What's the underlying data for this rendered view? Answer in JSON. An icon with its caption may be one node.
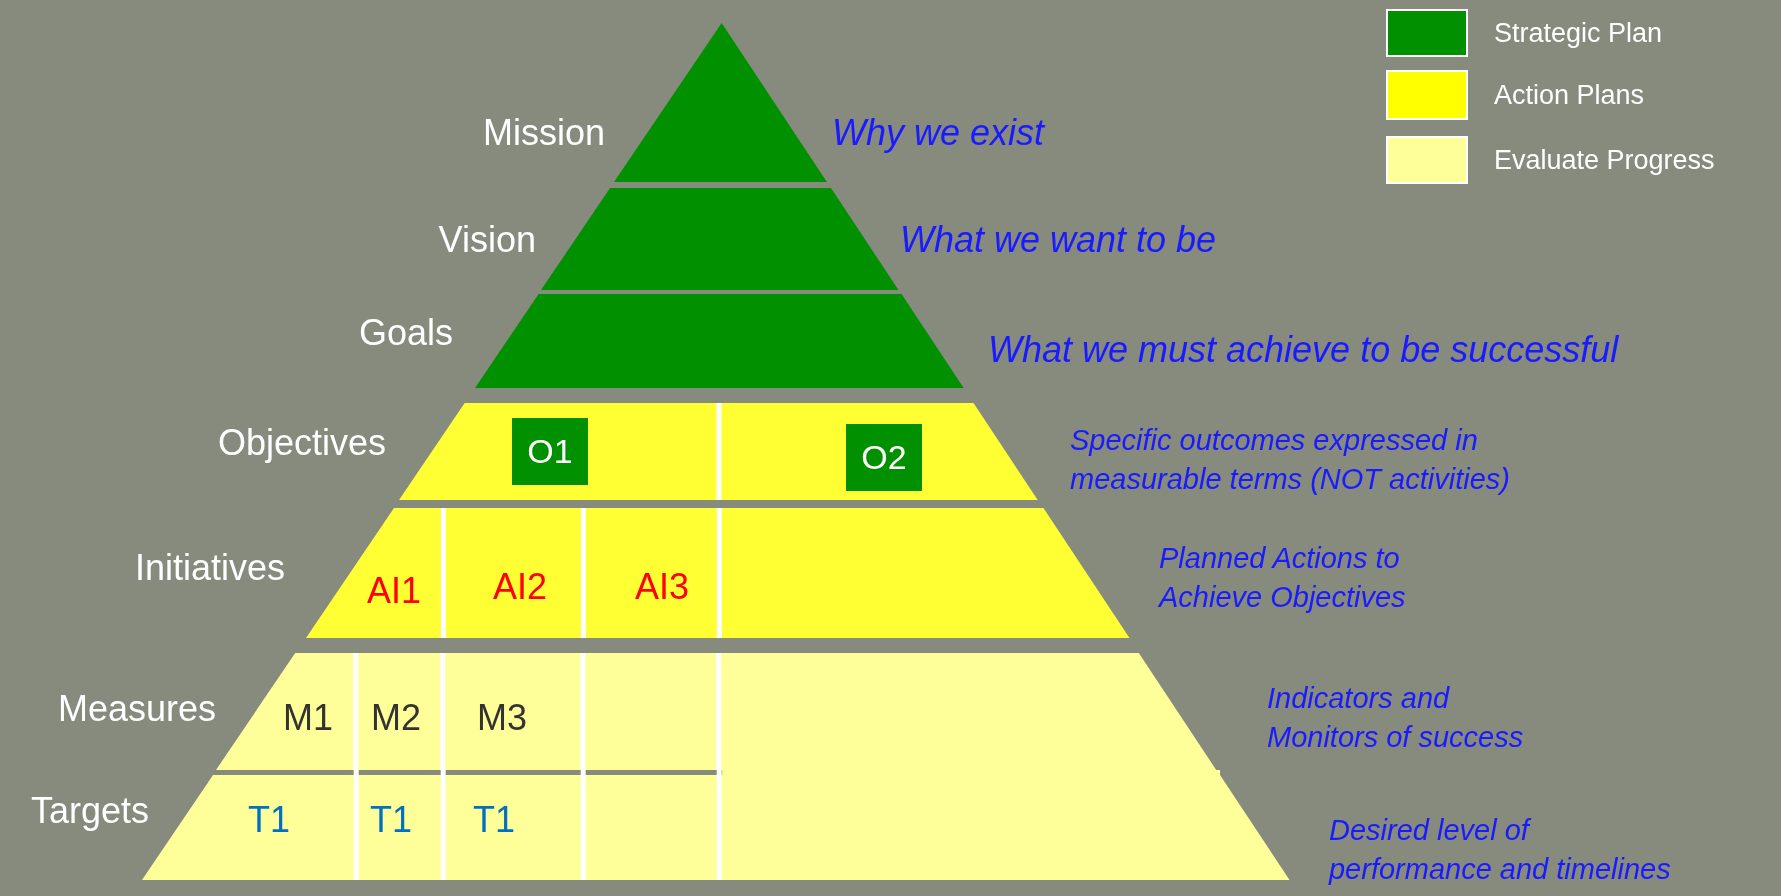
{
  "diagram": {
    "nodes": [
      {
        "text": [
          "Mission"
        ],
        "beside": [
          "Why we exist"
        ]
      },
      {
        "text": [
          "Vision"
        ],
        "beside": [
          "What we want to be"
        ]
      },
      {
        "text": [
          "Goals"
        ],
        "beside": [
          "What we must achieve to be successful"
        ]
      },
      {
        "text": [
          "Objectives"
        ],
        "beside": [
          "Specific outcomes expressed in measurable terms (NOT activities)"
        ]
      },
      {
        "text": [
          "O1"
        ],
        "in": 3
      },
      {
        "text": [
          "O2"
        ],
        "in": 3
      },
      {
        "text": [
          "Initiatives"
        ],
        "beside": [
          "Planned Actions to Achieve Objectives"
        ]
      },
      {
        "text": [
          "AI1"
        ],
        "in": 6
      },
      {
        "text": [
          "AI2"
        ],
        "in": 6
      },
      {
        "text": [
          "AI3"
        ],
        "in": 6
      },
      {
        "text": [
          "Measures"
        ],
        "beside": [
          "Indicators and Monitors of success"
        ]
      },
      {
        "text": [
          "M1"
        ],
        "in": 10
      },
      {
        "text": [
          "M2"
        ],
        "in": 10
      },
      {
        "text": [
          "M3"
        ],
        "in": 10
      },
      {
        "text": [
          "Targets"
        ],
        "beside": [
          "Desired level of performance and timelines"
        ]
      },
      {
        "text": [
          "T1"
        ],
        "in": 14
      },
      {
        "text": [
          "T1"
        ],
        "in": 14
      },
      {
        "text": [
          "T1"
        ],
        "in": 14
      }
    ],
    "edges": [],
    "legend": [
      {
        "text": "Strategic Plan",
        "color": "#009000"
      },
      {
        "text": "Action Plans",
        "color": "#ffff00"
      },
      {
        "text": "Evaluate Progress",
        "color": "#ffff99"
      }
    ]
  }
}
